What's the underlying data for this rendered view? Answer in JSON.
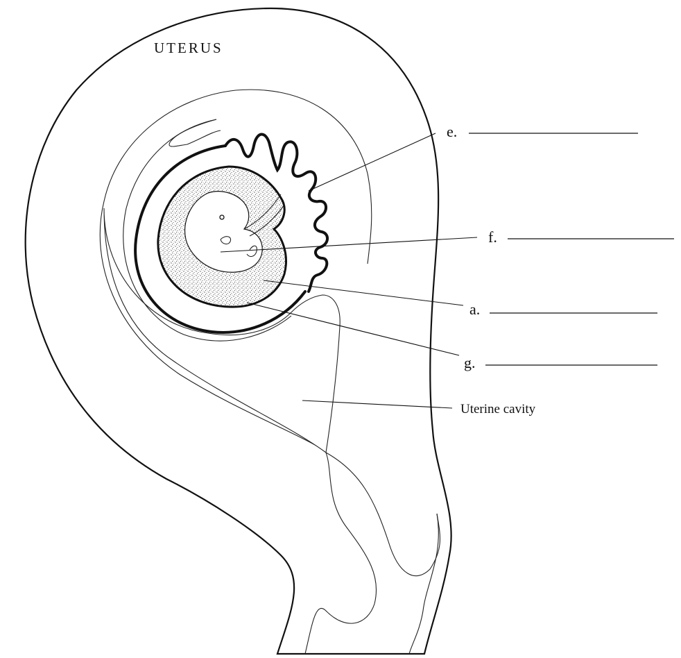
{
  "title": "UTERUS",
  "labels": {
    "e": "e.",
    "f": "f.",
    "a": "a.",
    "g": "g.",
    "uterine_cavity": "Uterine cavity"
  },
  "answers": {
    "e": "",
    "f": "",
    "a": "",
    "g": ""
  }
}
